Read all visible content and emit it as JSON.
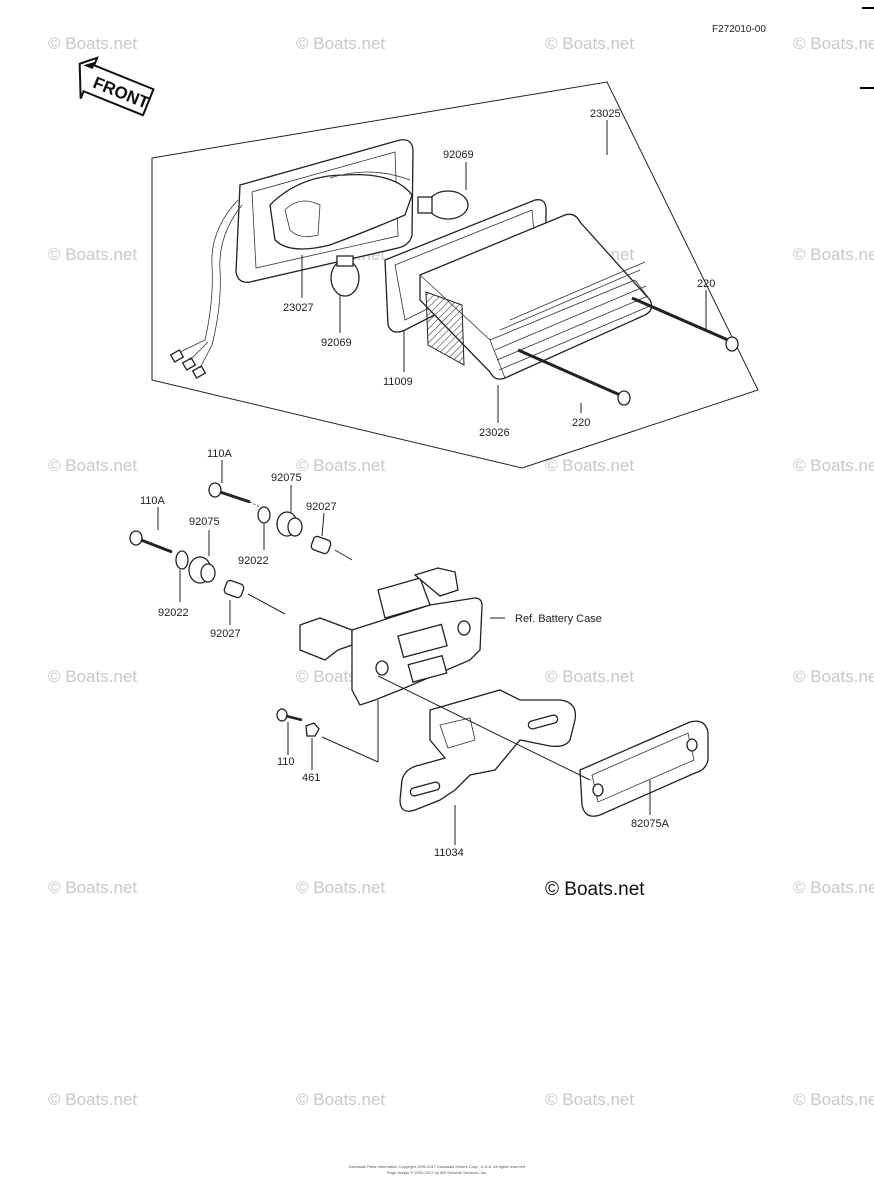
{
  "page_code": "F272010-00",
  "front_label": "FRONT",
  "ref_note": "Ref. Battery Case",
  "watermark": "© Boats.net",
  "footer_lines": [
    "Kawasaki Parts Information Copyright 1996-2017 Kawasaki Motors Corp., U.S.A. All rights reserved",
    "Page design © 2004-2017 by ARI Network Services, Inc."
  ],
  "callouts": [
    "23025",
    "92069",
    "92069",
    "23027",
    "11009",
    "23026",
    "220",
    "220",
    "110A",
    "110A",
    "92075",
    "92075",
    "92027",
    "92027",
    "92022",
    "92022",
    "110",
    "461",
    "11034",
    "82075A"
  ]
}
